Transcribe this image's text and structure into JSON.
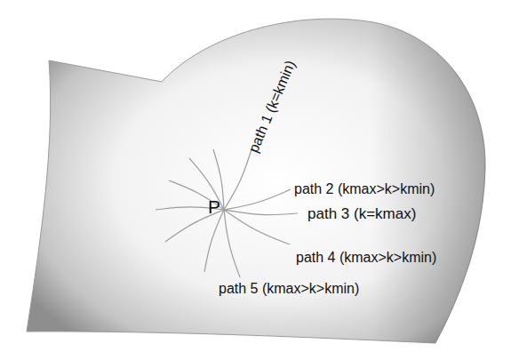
{
  "diagram": {
    "labels": [
      "path 1 (k=kmin)",
      "P",
      "path 2 (kmax>k>kmin)",
      "path 3 (k=kmax)",
      "path 4 (kmax>k>kmin)",
      "path 5 (kmax>k>kmin)"
    ]
  }
}
